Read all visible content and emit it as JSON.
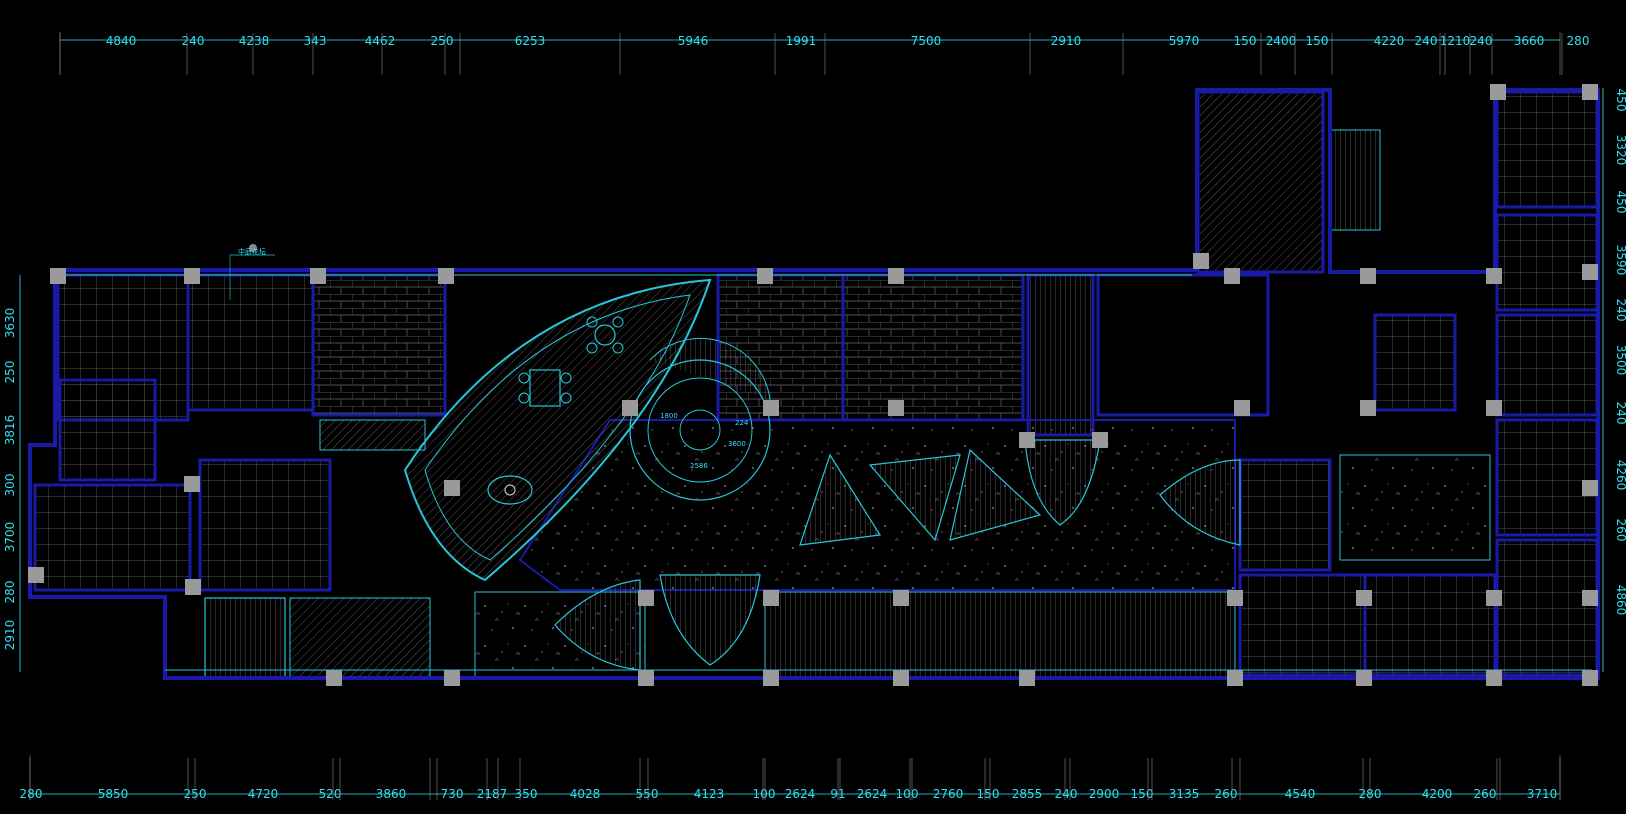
{
  "drawing": {
    "background_color": "#000000",
    "dimension_color": "#2fe0f0",
    "wall_color": "#1a1aa8",
    "line_color": "#26c6d8",
    "column_color": "#9a9a9a",
    "top_dimensions": [
      "4840",
      "240",
      "4238",
      "343",
      "4462",
      "250",
      "6253",
      "5946",
      "1991",
      "7500",
      "2910",
      "5970",
      "150",
      "2400",
      "150",
      "4220",
      "240",
      "1210",
      "240",
      "3660",
      "280"
    ],
    "bottom_dimensions": [
      "280",
      "5850",
      "250",
      "4720",
      "520",
      "3860",
      "730",
      "2187",
      "350",
      "4028",
      "550",
      "4123",
      "100",
      "2624",
      "91",
      "2624",
      "100",
      "2760",
      "150",
      "2855",
      "240",
      "2900",
      "150",
      "3135",
      "260",
      "4540",
      "280",
      "4200",
      "260",
      "3710"
    ],
    "left_dimensions": [
      "3630",
      "250",
      "3816",
      "300",
      "3700",
      "280",
      "2910"
    ],
    "right_dimensions": [
      "450",
      "3320",
      "450",
      "3590",
      "240",
      "3500",
      "240",
      "4260",
      "260",
      "4860"
    ],
    "stair_annotations": [
      "1800",
      "224",
      "3600",
      "2586"
    ],
    "label_tag": "中庭花坛"
  }
}
